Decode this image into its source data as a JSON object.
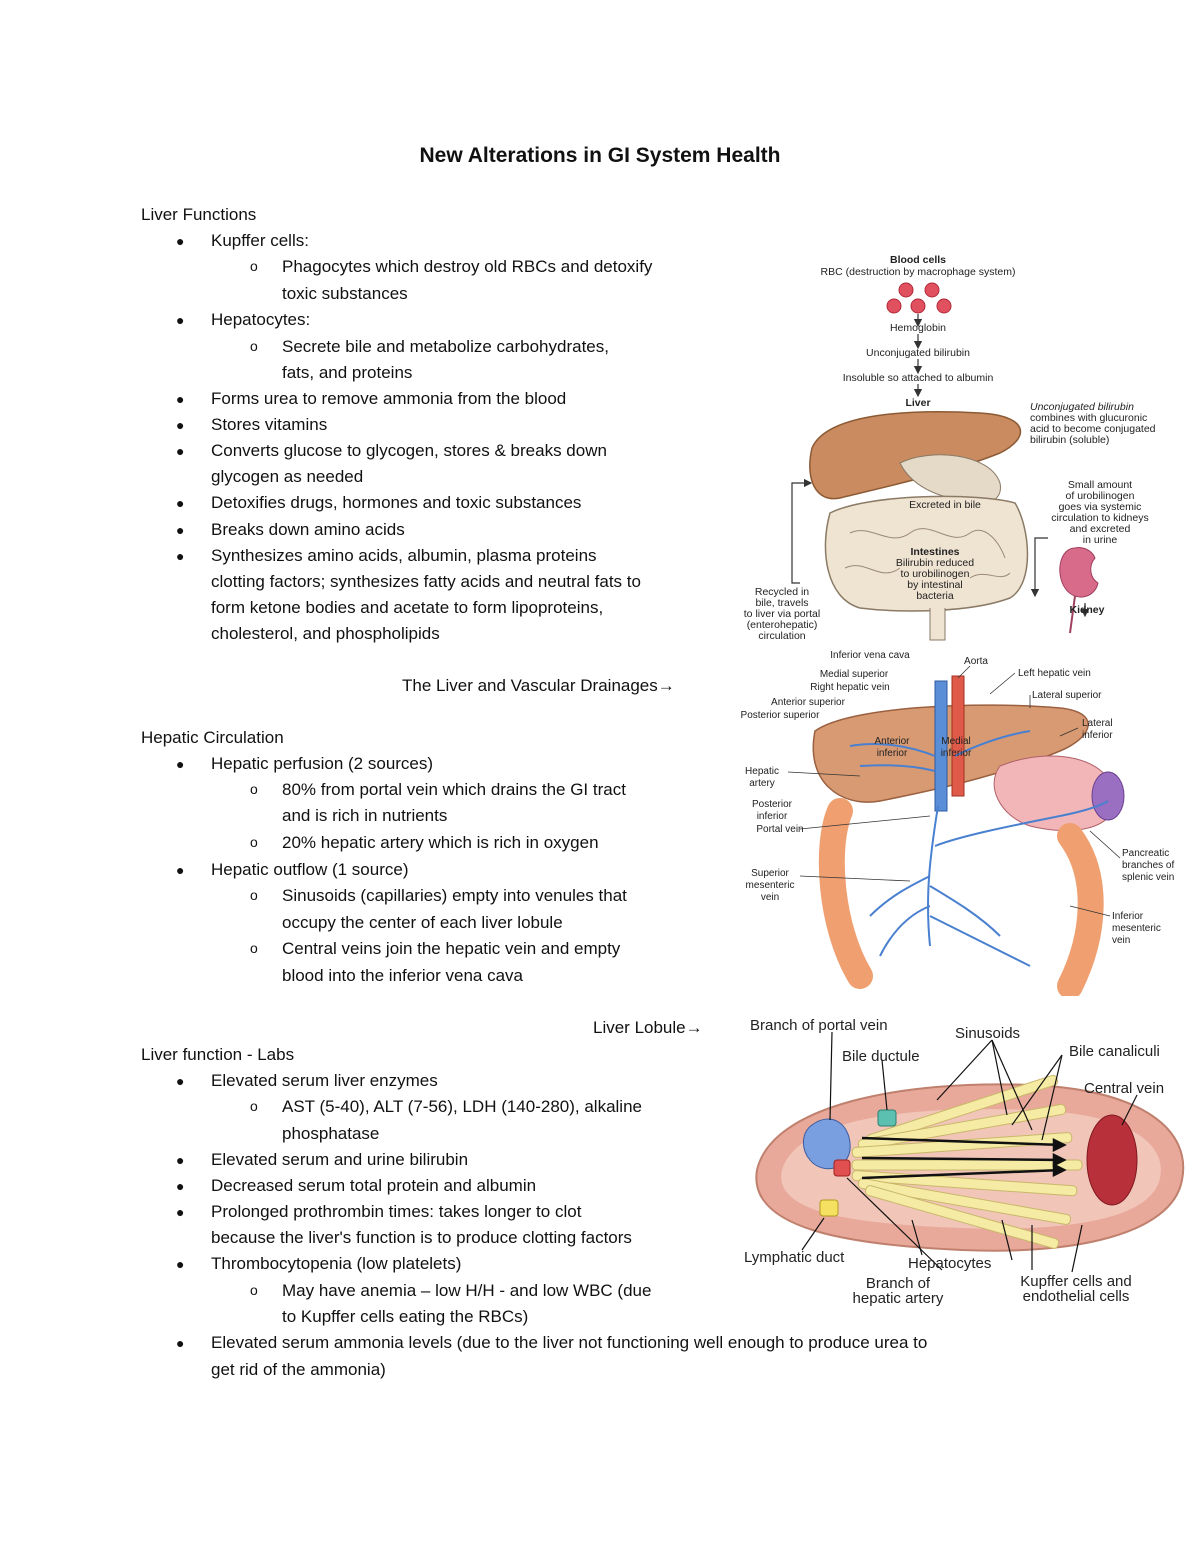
{
  "title": "New Alterations in GI System Health",
  "liver_functions": {
    "heading": "Liver Functions",
    "kupffer": "Kupffer cells:",
    "kupffer_sub_1": "Phagocytes which destroy old RBCs and detoxify",
    "kupffer_sub_2": "toxic substances",
    "hepatocytes": "Hepatocytes:",
    "hepatocytes_sub_1": "Secrete bile and metabolize carbohydrates,",
    "hepatocytes_sub_2": "fats, and proteins",
    "urea": "Forms urea to remove ammonia from the blood",
    "vitamins": "Stores vitamins",
    "glucose_1": "Converts glucose to glycogen, stores & breaks down",
    "glucose_2": "glycogen as needed",
    "detox": "Detoxifies drugs, hormones and toxic substances",
    "amino": "Breaks down amino acids",
    "synth_1": "Synthesizes amino acids, albumin, plasma proteins",
    "synth_2": "clotting factors; synthesizes fatty acids and neutral fats to",
    "synth_3": "form ketone bodies and acetate to form lipoproteins,",
    "synth_4": "cholesterol, and phospholipids"
  },
  "vascular_caption": "The Liver and Vascular Drainages→",
  "hepatic_circulation": {
    "heading": "Hepatic Circulation",
    "perfusion": "Hepatic perfusion (2 sources)",
    "portal_1": "80% from portal vein which drains the GI tract",
    "portal_2": "and is rich in nutrients",
    "artery": "20% hepatic artery which is rich in oxygen",
    "outflow": "Hepatic outflow (1 source)",
    "sinus_1": "Sinusoids (capillaries) empty into venules that",
    "sinus_2": "occupy the center of each liver lobule",
    "central_1": "Central veins join the hepatic vein and empty",
    "central_2": "blood into the inferior vena cava"
  },
  "lobule_caption": "Liver Lobule→",
  "labs": {
    "heading": "Liver function - Labs",
    "enzymes": "Elevated serum liver enzymes",
    "enzymes_sub_1": "AST (5-40), ALT (7-56), LDH (140-280), alkaline",
    "enzymes_sub_2": "phosphatase",
    "bilirubin": "Elevated serum and urine bilirubin",
    "protein": "Decreased serum total protein and albumin",
    "pt_1": "Prolonged prothrombin times: takes longer to clot",
    "pt_2": "because the liver's function is to produce clotting factors",
    "thrombo": "Thrombocytopenia (low platelets)",
    "anemia_1": "May have anemia – low H/H - and low WBC (due",
    "anemia_2": "to Kupffer cells eating the RBCs)",
    "ammonia_1": "Elevated serum ammonia levels (due to the liver not functioning well enough to produce urea to",
    "ammonia_2": "get rid of the ammonia)"
  },
  "bilirubin_figure": {
    "blood_cells": "Blood cells",
    "rbc": "RBC (destruction by macrophage system)",
    "hemoglobin": "Hemoglobin",
    "unconj": "Unconjugated bilirubin",
    "insoluble": "Insoluble so attached to albumin",
    "liver": "Liver",
    "conj_1": "Unconjugated bilirubin",
    "conj_2": "combines with glucuronic",
    "conj_3": "acid to become conjugated",
    "conj_4": "bilirubin (soluble)",
    "excreted": "Excreted in bile",
    "small_1": "Small amount",
    "small_2": "of urobilinogen",
    "small_3": "goes via systemic",
    "small_4": "circulation to kidneys",
    "small_5": "and excreted",
    "small_6": "in urine",
    "int_1": "Intestines",
    "int_2": "Bilirubin reduced",
    "int_3": "to urobilinogen",
    "int_4": "by intestinal",
    "int_5": "bacteria",
    "rec_1": "Recycled in",
    "rec_2": "bile, travels",
    "rec_3": "to liver via portal",
    "rec_4": "(enterohepatic)",
    "rec_5": "circulation",
    "kidney": "Kidney"
  },
  "vascular_figure": {
    "ivc": "Inferior vena cava",
    "aorta": "Aorta",
    "medial_superior": "Medial superior",
    "left_hepatic": "Left hepatic vein",
    "right_hepatic": "Right hepatic vein",
    "lateral_superior": "Lateral superior",
    "anterior_superior": "Anterior superior",
    "posterior_superior": "Posterior superior",
    "lateral_inferior_1": "Lateral",
    "lateral_inferior_2": "inferior",
    "anterior_inferior_1": "Anterior",
    "anterior_inferior_2": "inferior",
    "medial_inferior_1": "Medial",
    "medial_inferior_2": "inferior",
    "hepatic_artery_1": "Hepatic",
    "hepatic_artery_2": "artery",
    "posterior_inferior_1": "Posterior",
    "posterior_inferior_2": "inferior",
    "portal_vein": "Portal vein",
    "pancreatic_1": "Pancreatic",
    "pancreatic_2": "branches of",
    "pancreatic_3": "splenic vein",
    "sup_mes_1": "Superior",
    "sup_mes_2": "mesenteric",
    "sup_mes_3": "vein",
    "inf_mes_1": "Inferior",
    "inf_mes_2": "mesenteric",
    "inf_mes_3": "vein"
  },
  "lobule_figure": {
    "branch_portal": "Branch of portal vein",
    "sinusoids": "Sinusoids",
    "bile_ductule": "Bile ductule",
    "bile_canaliculi": "Bile canaliculi",
    "central_vein": "Central vein",
    "lymphatic": "Lymphatic duct",
    "hepatocytes": "Hepatocytes",
    "branch_artery_1": "Branch of",
    "branch_artery_2": "hepatic artery",
    "kupffer_1": "Kupffer cells and",
    "kupffer_2": "endothelial cells"
  }
}
